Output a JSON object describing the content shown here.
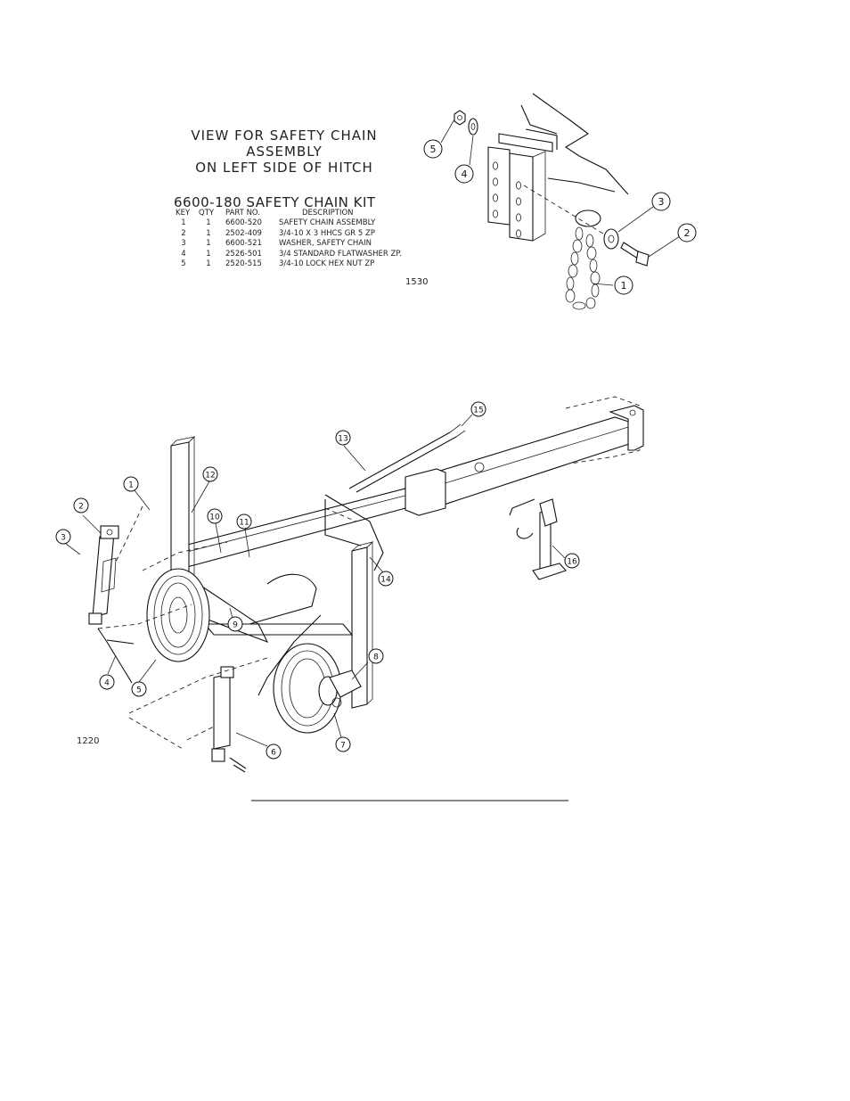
{
  "view_title_line1": "VIEW FOR SAFETY CHAIN ASSEMBLY",
  "view_title_line2": "ON LEFT SIDE OF HITCH",
  "kit_title": "6600-180 SAFETY CHAIN KIT",
  "table_headers": {
    "key": "KEY",
    "qty": "QTY",
    "part": "PART NO.",
    "desc": "DESCRIPTION"
  },
  "parts": [
    {
      "key": "1",
      "qty": "1",
      "part": "6600-520",
      "desc": "SAFETY CHAIN ASSEMBLY"
    },
    {
      "key": "2",
      "qty": "1",
      "part": "2502-409",
      "desc": "3/4-10 X 3 HHCS GR 5 ZP"
    },
    {
      "key": "3",
      "qty": "1",
      "part": "6600-521",
      "desc": "WASHER, SAFETY CHAIN"
    },
    {
      "key": "4",
      "qty": "1",
      "part": "2526-501",
      "desc": "3/4 STANDARD FLATWASHER ZP."
    },
    {
      "key": "5",
      "qty": "1",
      "part": "2520-515",
      "desc": "3/4-10 LOCK HEX NUT ZP"
    }
  ],
  "fig_code_top": "1530",
  "fig_code_bottom": "1220",
  "chain_callouts": [
    "1",
    "2",
    "3",
    "4",
    "5"
  ],
  "assembly_callouts": [
    "1",
    "2",
    "3",
    "4",
    "5",
    "6",
    "7",
    "8",
    "9",
    "10",
    "11",
    "12",
    "13",
    "14",
    "15",
    "16"
  ]
}
